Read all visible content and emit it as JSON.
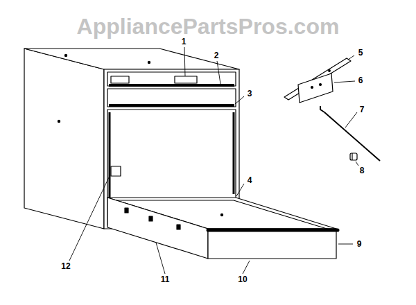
{
  "diagram": {
    "labels": [
      "AppliancePartsPros.com",
      "1",
      "2",
      "3",
      "4",
      "5",
      "6",
      "7",
      "8",
      "9",
      "10",
      "11",
      "12"
    ]
  }
}
